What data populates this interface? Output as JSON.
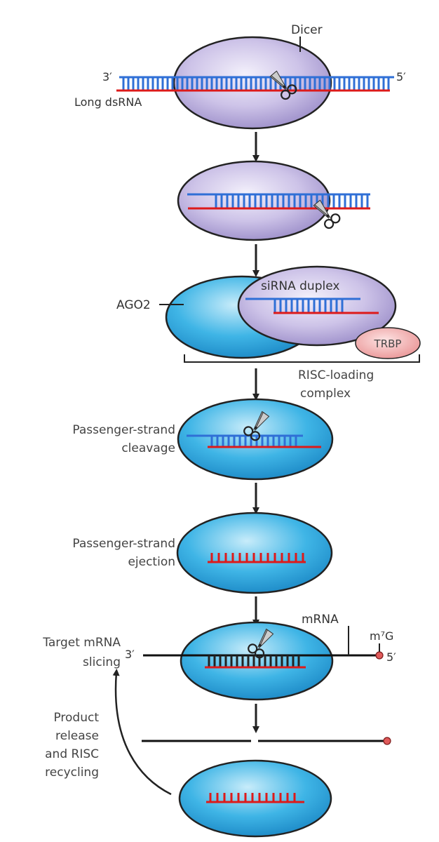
{
  "labels": {
    "dicer": "Dicer",
    "three_prime": "3′",
    "five_prime": "5′",
    "long_dsrna": "Long dsRNA",
    "ago2": "AGO2",
    "sirna_duplex": "siRNA duplex",
    "trbp": "TRBP",
    "risc_loading_1": "RISC-loading",
    "risc_loading_2": "complex",
    "passenger_cleavage_1": "Passenger-strand",
    "passenger_cleavage_2": "cleavage",
    "passenger_ejection_1": "Passenger-strand",
    "passenger_ejection_2": "ejection",
    "mrna": "mRNA",
    "m7g": "m⁷G",
    "target_slicing_1": "Target mRNA",
    "target_slicing_2": "slicing",
    "product_release_1": "Product",
    "product_release_2": "release",
    "product_release_3": "and RISC",
    "product_release_4": "recycling"
  },
  "colors": {
    "strand_blue": "#2f6fd6",
    "strand_red": "#dd1a1a",
    "dicer_fill": "#c9bfe6",
    "ago_fill": "#3fb5e6",
    "trbp_fill": "#f3b6b6",
    "label_gray": "#444444"
  }
}
